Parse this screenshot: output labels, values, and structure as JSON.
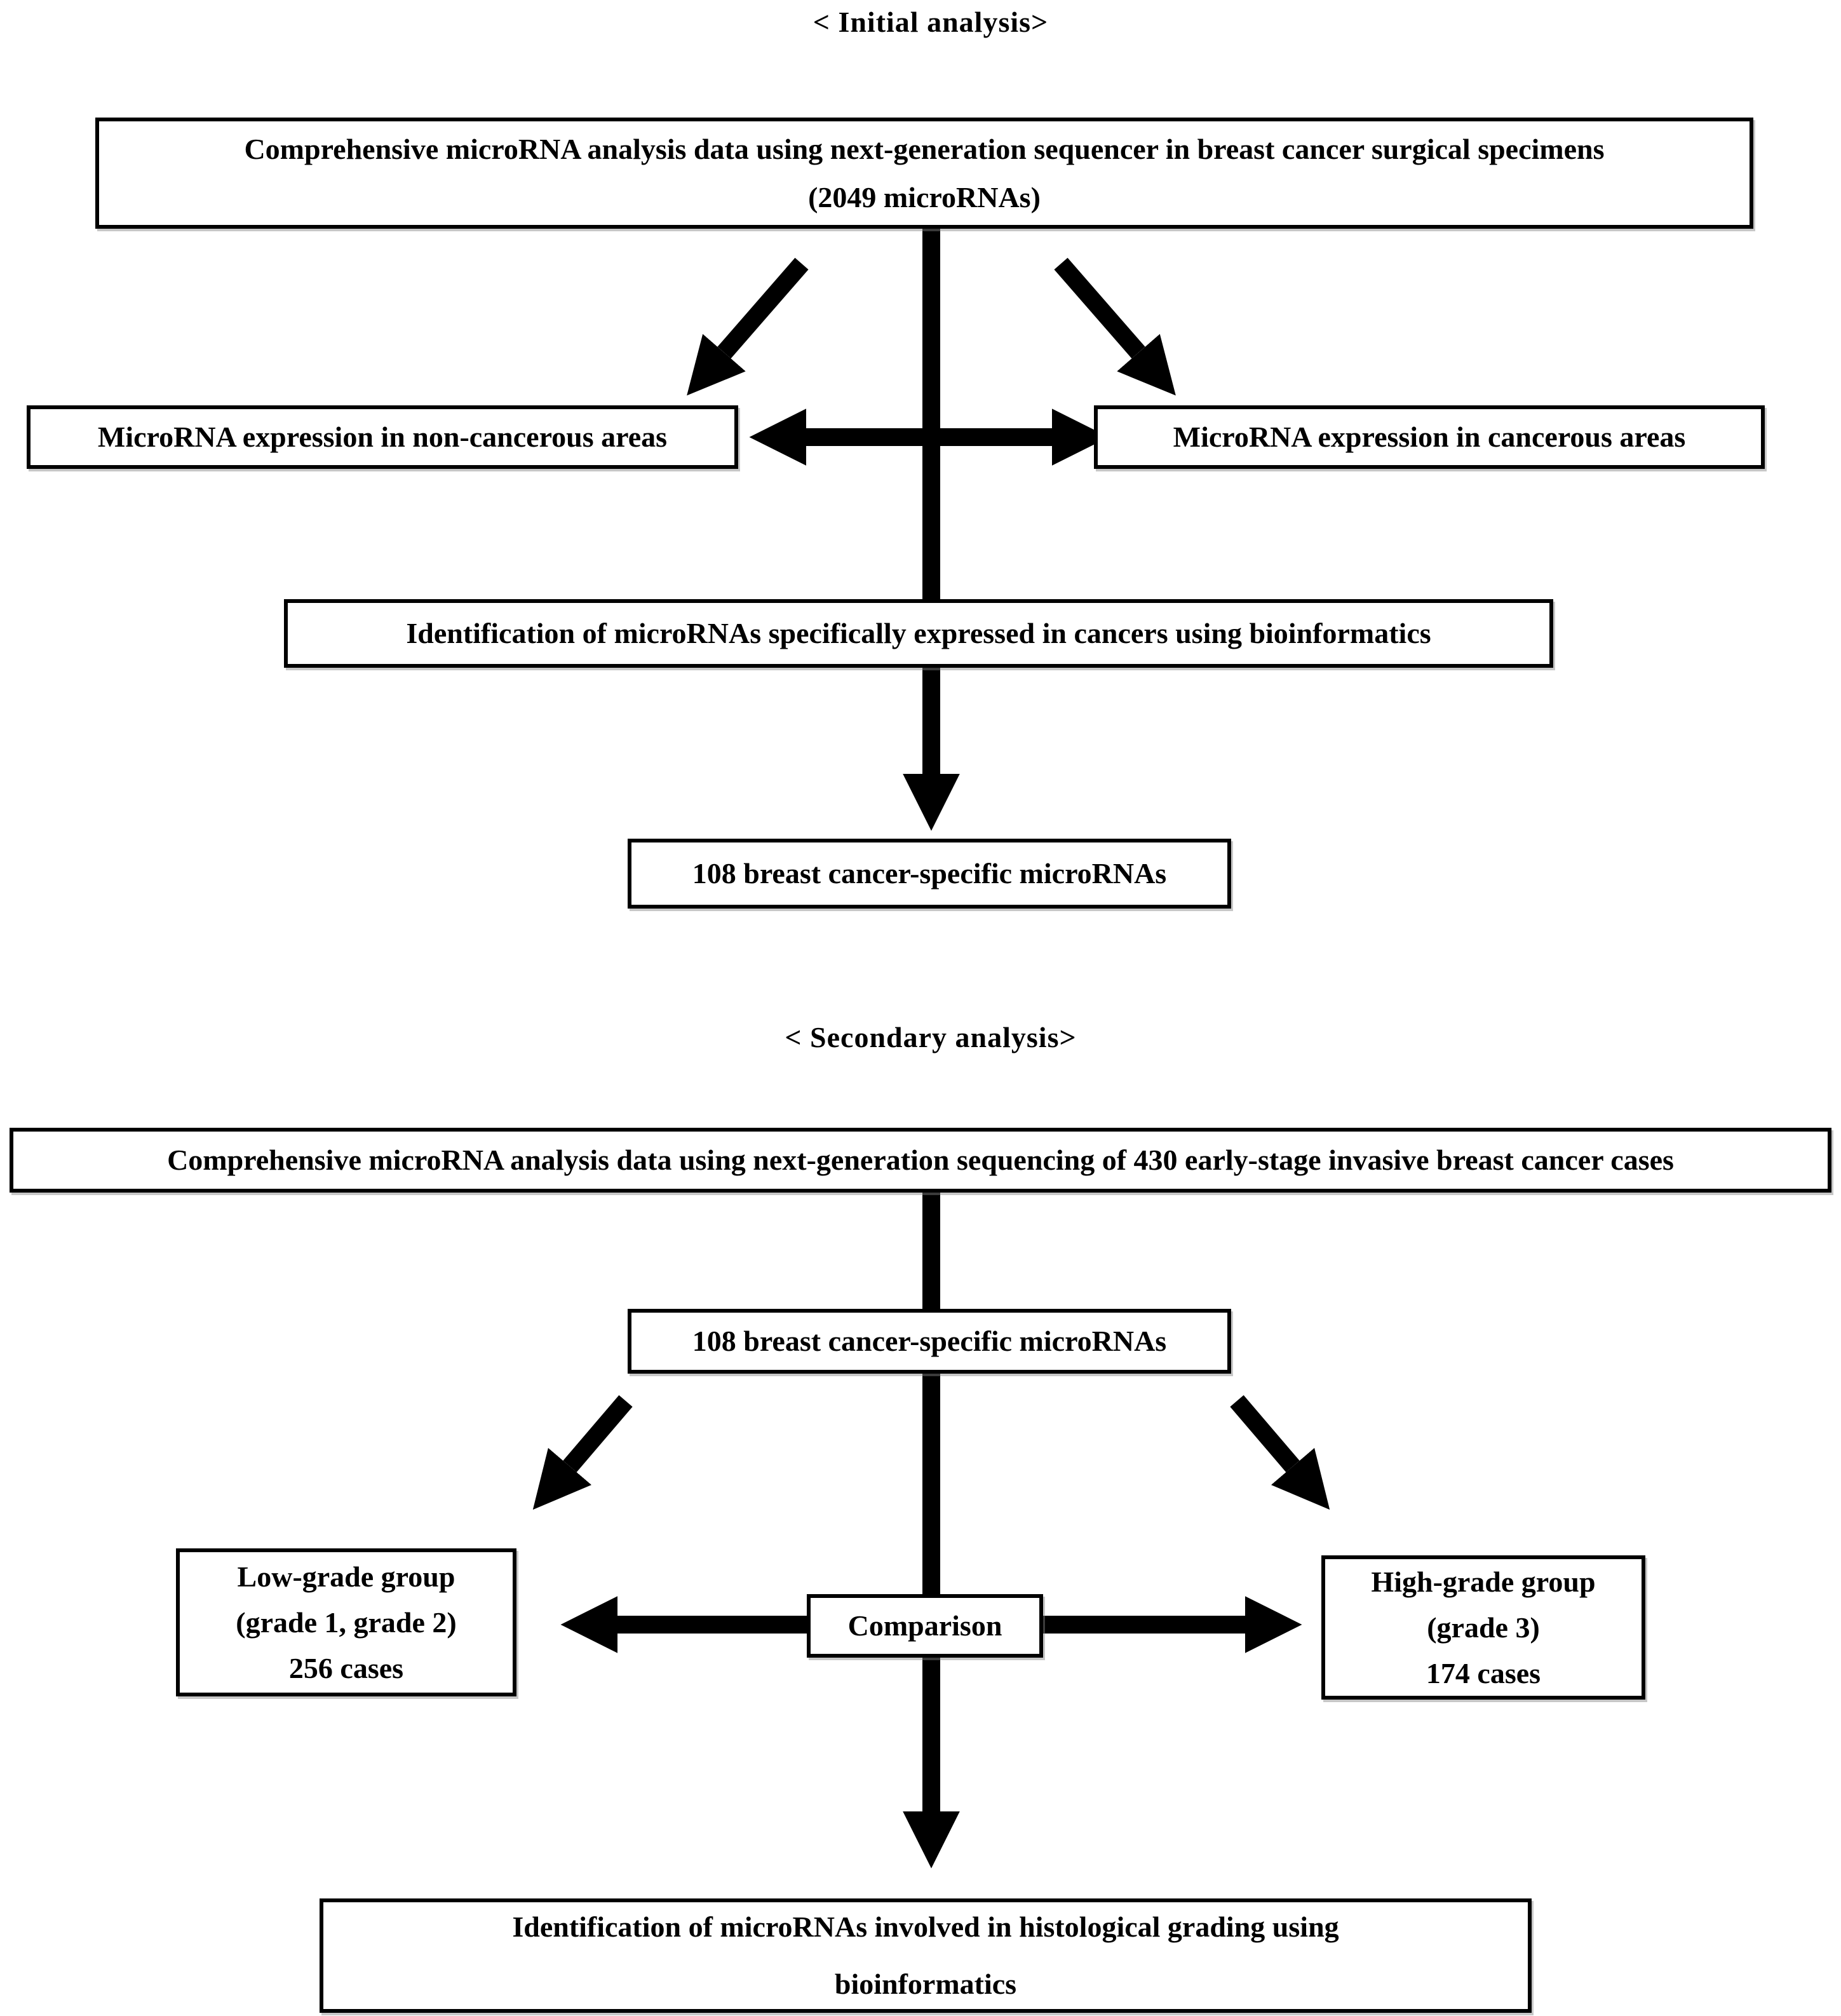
{
  "headings": {
    "initial": "< Initial analysis>",
    "secondary": "< Secondary analysis>"
  },
  "initial": {
    "source_box_line1": "Comprehensive microRNA analysis data using next-generation sequencer in breast cancer surgical specimens",
    "source_box_line2": "(2049 microRNAs)",
    "noncancerous_box": "MicroRNA expression in non-cancerous areas",
    "cancerous_box": "MicroRNA expression in cancerous areas",
    "identification_box": "Identification of microRNAs specifically expressed in cancers using bioinformatics",
    "result_box": "108 breast cancer-specific microRNAs"
  },
  "secondary": {
    "source_box": "Comprehensive microRNA analysis data using next-generation sequencing of 430 early-stage invasive breast cancer cases",
    "mirna_box": "108 breast cancer-specific microRNAs",
    "low_grade_line1": "Low-grade group",
    "low_grade_line2": "(grade 1, grade 2)",
    "low_grade_line3": "256 cases",
    "comparison_box": "Comparison",
    "high_grade_line1": "High-grade group",
    "high_grade_line2": "(grade 3)",
    "high_grade_line3": "174 cases",
    "identification_box_line1": "Identification of microRNAs involved in histological grading using",
    "identification_box_line2": "bioinformatics"
  },
  "colors": {
    "arrow": "#000000",
    "box_border": "#000000",
    "box_background": "#ffffff",
    "page_background": "#ffffff",
    "text": "#000000"
  }
}
